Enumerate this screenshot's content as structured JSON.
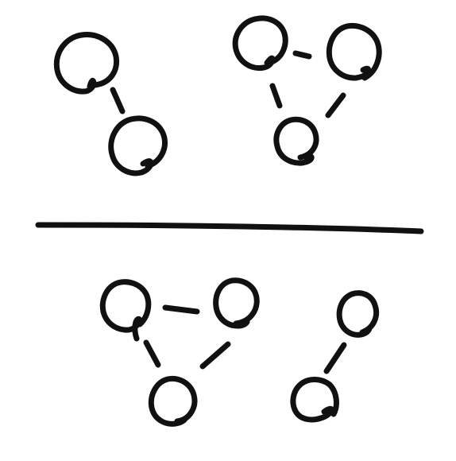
{
  "colors": {
    "ink": "#111111",
    "background": "#ffffff"
  },
  "top_half": {
    "graphs": [
      {
        "id": "pair",
        "node_count": 2,
        "edge_count": 1
      },
      {
        "id": "triangle",
        "node_count": 3,
        "edge_count": 3
      }
    ]
  },
  "bottom_half": {
    "graphs": [
      {
        "id": "triangle",
        "node_count": 3,
        "edge_count": 3
      },
      {
        "id": "pair",
        "node_count": 2,
        "edge_count": 1
      }
    ]
  }
}
